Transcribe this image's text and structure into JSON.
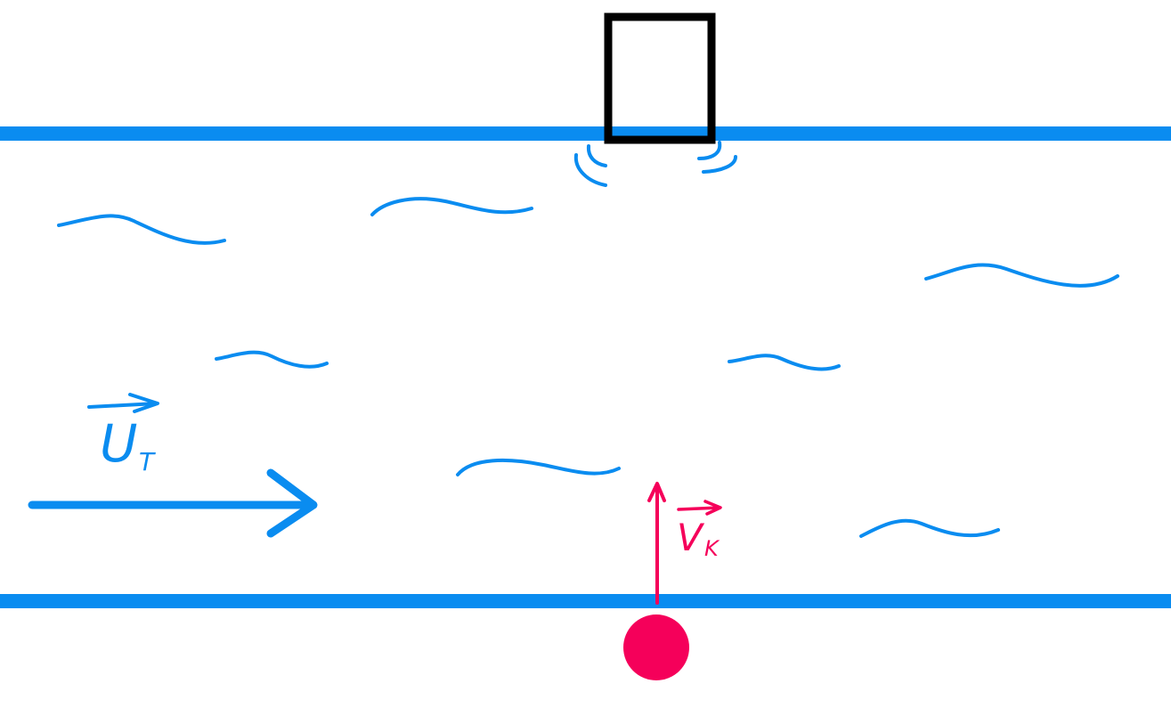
{
  "colors": {
    "water": "#0a8cf0",
    "boat": "#000000",
    "swimmer": "#f5005a",
    "background": "#ffffff"
  },
  "labels": {
    "current_velocity": {
      "letter": "U",
      "subscript": "T"
    },
    "swimmer_velocity": {
      "letter": "V",
      "subscript": "K"
    }
  },
  "icons": {
    "boat": "square-outline",
    "swimmer": "filled-circle",
    "current_arrow": "right-arrow",
    "swimmer_arrow": "up-arrow"
  }
}
